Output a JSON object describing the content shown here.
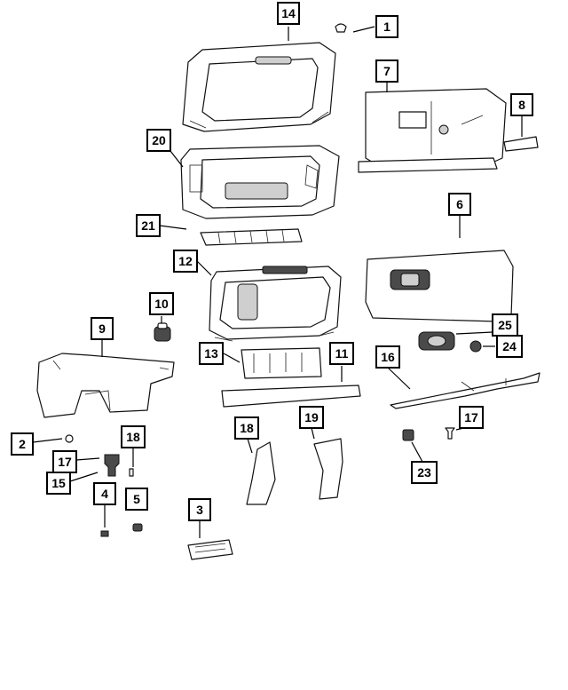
{
  "callouts": [
    {
      "id": "c1",
      "label": "1"
    },
    {
      "id": "c2",
      "label": "2"
    },
    {
      "id": "c3",
      "label": "3"
    },
    {
      "id": "c4",
      "label": "4"
    },
    {
      "id": "c5",
      "label": "5"
    },
    {
      "id": "c6",
      "label": "6"
    },
    {
      "id": "c7",
      "label": "7"
    },
    {
      "id": "c8",
      "label": "8"
    },
    {
      "id": "c9",
      "label": "9"
    },
    {
      "id": "c10",
      "label": "10"
    },
    {
      "id": "c11",
      "label": "11"
    },
    {
      "id": "c12",
      "label": "12"
    },
    {
      "id": "c13",
      "label": "13"
    },
    {
      "id": "c14",
      "label": "14"
    },
    {
      "id": "c15",
      "label": "15"
    },
    {
      "id": "c16",
      "label": "16"
    },
    {
      "id": "c17a",
      "label": "17"
    },
    {
      "id": "c17b",
      "label": "17"
    },
    {
      "id": "c18",
      "label": "18"
    },
    {
      "id": "c19",
      "label": "19"
    },
    {
      "id": "c20",
      "label": "20"
    },
    {
      "id": "c21",
      "label": "21"
    },
    {
      "id": "c23",
      "label": "23"
    },
    {
      "id": "c24",
      "label": "24"
    },
    {
      "id": "c25",
      "label": "25"
    }
  ]
}
